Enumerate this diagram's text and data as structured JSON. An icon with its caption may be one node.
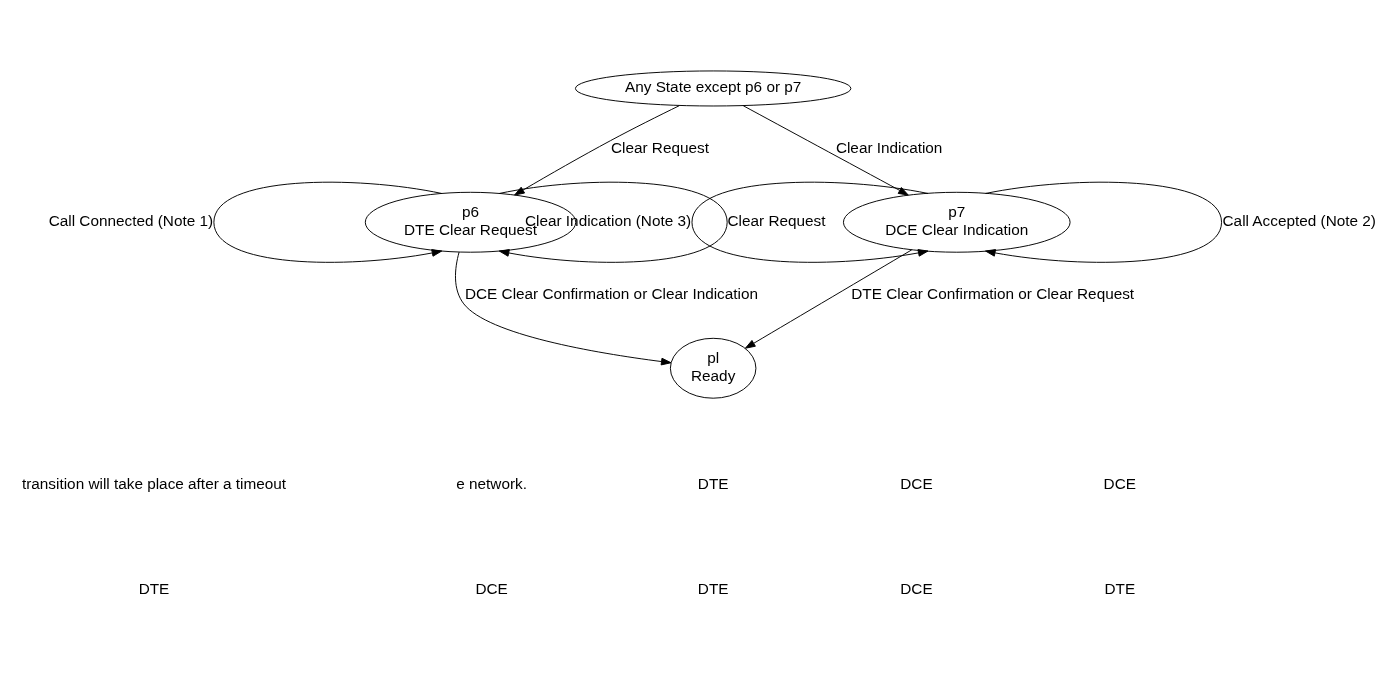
{
  "diagram": {
    "nodes": [
      {
        "text": [
          "Any State except p6 or p7"
        ]
      },
      {
        "text": [
          "p6",
          "DTE Clear Request"
        ]
      },
      {
        "text": [
          "p7",
          "DCE Clear Indication"
        ]
      },
      {
        "text": [
          "pl",
          "Ready"
        ]
      }
    ],
    "edges": [
      {
        "from": 0,
        "to": 1,
        "arrow": "to",
        "label": "Clear Request"
      },
      {
        "from": 0,
        "to": 2,
        "arrow": "to",
        "label": "Clear Indication"
      },
      {
        "from": 1,
        "to": 1,
        "arrow": "to",
        "label": "Call Connected (Note 1)"
      },
      {
        "from": 1,
        "to": 1,
        "arrow": "to",
        "label": "Clear Request"
      },
      {
        "from": 2,
        "to": 2,
        "arrow": "to",
        "label": "Clear Indication (Note 3)"
      },
      {
        "from": 2,
        "to": 2,
        "arrow": "to",
        "label": "Call Accepted (Note 2)"
      },
      {
        "from": 1,
        "to": 3,
        "arrow": "to",
        "label": "DCE Clear Confirmation or Clear Indication"
      },
      {
        "from": 2,
        "to": 3,
        "arrow": "to",
        "label": "DTE Clear Confirmation or Clear Request"
      }
    ],
    "labels": [
      "transition will take place after a timeout",
      "e network.",
      "DTE",
      "DCE",
      "DCE",
      "DTE",
      "DCE",
      "DTE",
      "DCE",
      "DTE"
    ]
  }
}
